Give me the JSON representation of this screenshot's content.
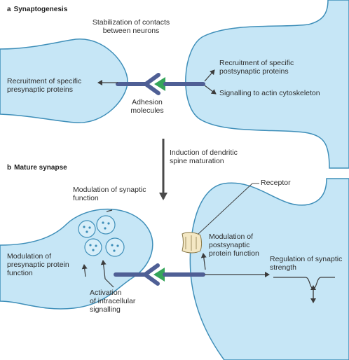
{
  "panel_a": {
    "letter": "a",
    "title": "Synaptogenesis",
    "stabilization": "Stabilization of contacts\nbetween neurons",
    "presynaptic_recruit": "Recruitment of specific\npresynaptic proteins",
    "postsynaptic_recruit": "Recruitment of specific\npostsynaptic proteins",
    "signalling_actin": "Signalling to actin cytoskeleton",
    "adhesion": "Adhesion\nmolecules"
  },
  "transition": "Induction of dendritic\nspine maturation",
  "panel_b": {
    "letter": "b",
    "title": "Mature synapse",
    "modulation_synaptic": "Modulation of synaptic\nfunction",
    "receptor": "Receptor",
    "modulation_post": "Modulation of\npostsynaptic\nprotein function",
    "modulation_pre": "Modulation of\npresynaptic protein\nfunction",
    "activation": "Activation\nof intracellular\nsignalling",
    "regulation": "Regulation of synaptic\nstrength"
  },
  "colors": {
    "membrane_fill": "#c6e6f6",
    "membrane_stroke": "#3f8fb9",
    "adhesion_dark": "#4f5f95",
    "adhesion_green": "#35a55a",
    "arrow": "#3c3c3c",
    "big_arrow": "#4a4a4a",
    "receptor": "#f4e8c4"
  }
}
